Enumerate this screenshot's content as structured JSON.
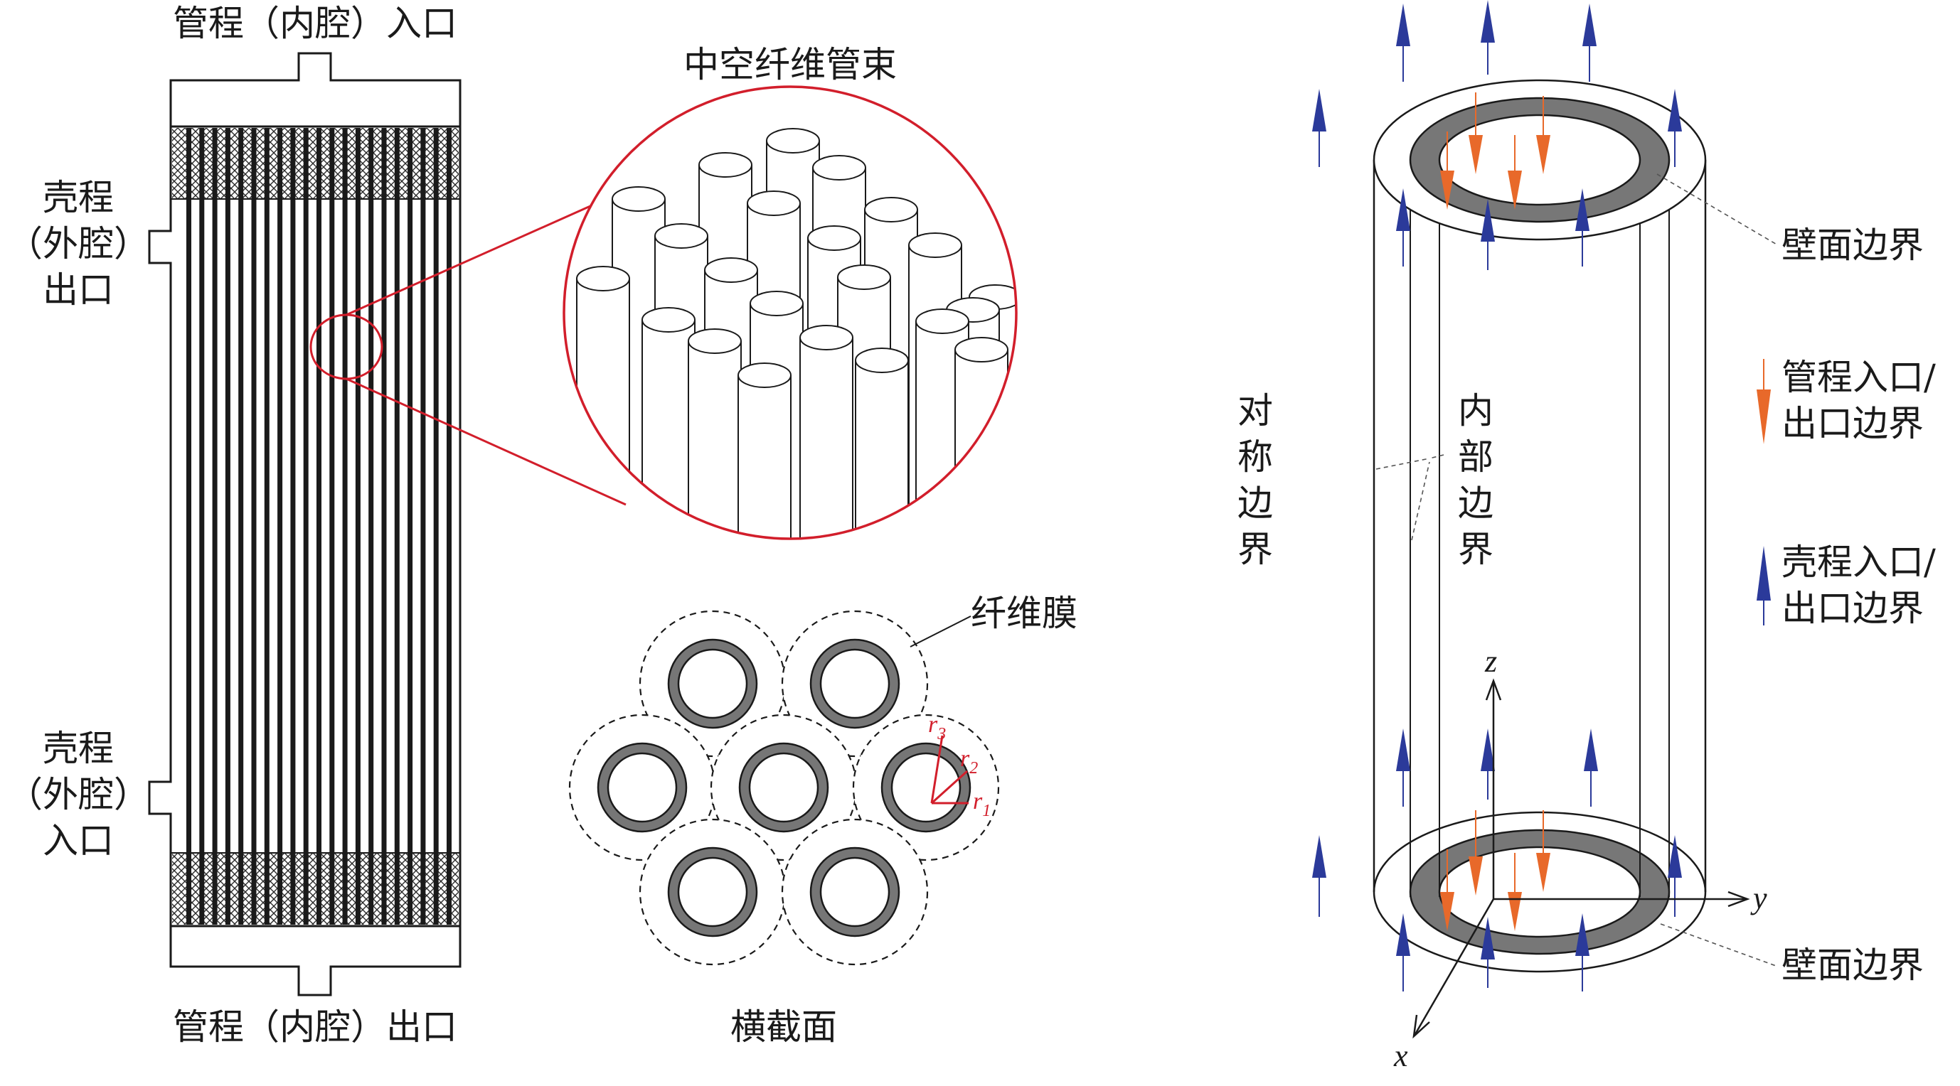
{
  "left": {
    "top_label": "管程（内腔）入口",
    "bottom_label": "管程（内腔）出口",
    "shell_outlet": [
      "壳程",
      "（外腔）",
      "出口"
    ],
    "shell_inlet": [
      "壳程",
      "（外腔）",
      "入口"
    ]
  },
  "middle": {
    "bundle_title": "中空纤维管束",
    "cross_section_title": "横截面",
    "membrane_label": "纤维膜",
    "radius_labels": [
      {
        "r": "r",
        "sub": "3"
      },
      {
        "r": "r",
        "sub": "2"
      },
      {
        "r": "r",
        "sub": "1"
      }
    ]
  },
  "right": {
    "wall_boundary_top": "壁面边界",
    "wall_boundary_bottom": "壁面边界",
    "symmetry_boundary": [
      "对",
      "称",
      "边",
      "界"
    ],
    "inner_boundary": [
      "内",
      "部",
      "边",
      "界"
    ],
    "axes": {
      "z": "z",
      "y": "y",
      "x": "x"
    }
  },
  "legend": {
    "tube_side": [
      "管程入口/",
      "出口边界"
    ],
    "shell_side": [
      "壳程入口/",
      "出口边界"
    ]
  },
  "colors": {
    "orange_arrow": "#e8692a",
    "blue_arrow": "#2b3a9a",
    "red_highlight": "#d21e2b",
    "membrane_gray": "#767676",
    "hatch": "#2a2a2a"
  }
}
